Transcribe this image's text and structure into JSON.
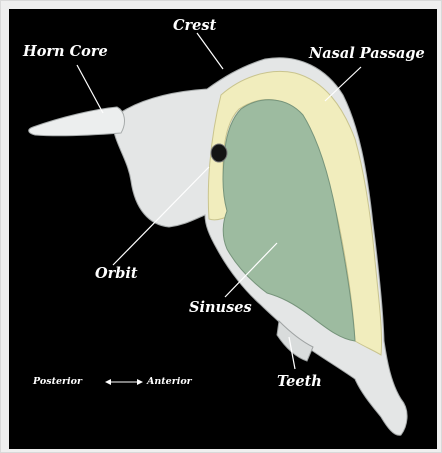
{
  "labels": {
    "crest": "Crest",
    "horn_core": "Horn Core",
    "nasal_passage": "Nasal Passage",
    "orbit": "Orbit",
    "sinuses": "Sinuses",
    "teeth": "Teeth",
    "posterior": "Posterior",
    "anterior": "Anterior"
  },
  "colors": {
    "background": "#000000",
    "bone": "#e4e6e6",
    "nasal_passage": "#f1edbd",
    "sinuses": "#9dbba0",
    "frame": "#efefef"
  }
}
